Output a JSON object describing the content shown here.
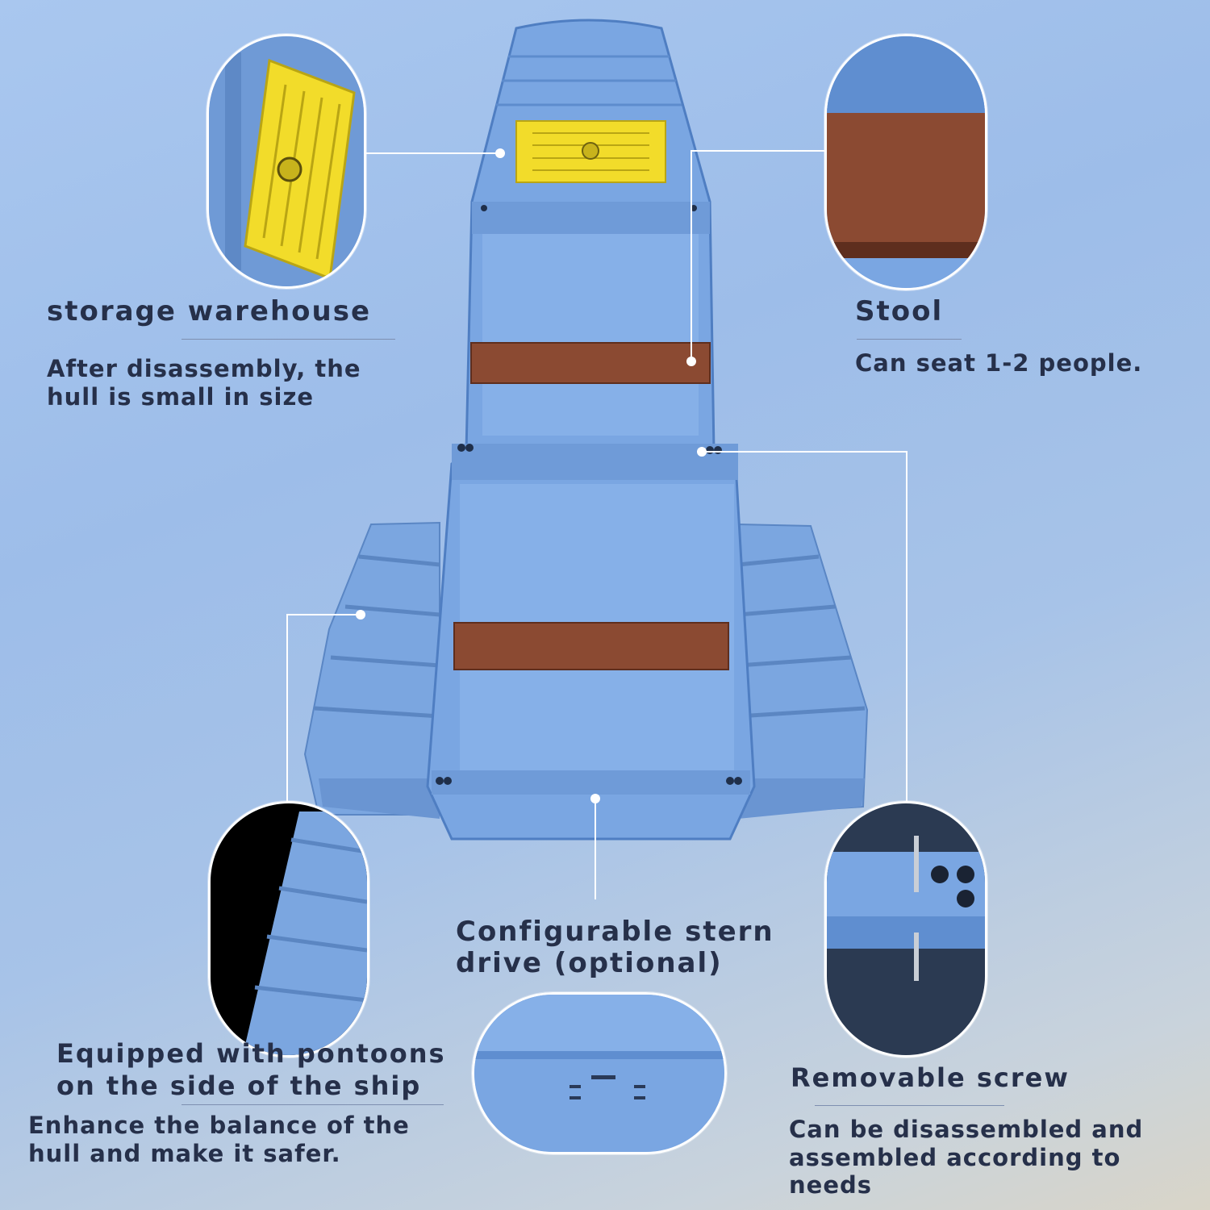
{
  "features": {
    "storage": {
      "title": "storage warehouse",
      "description_line1": "After disassembly, the",
      "description_line2": "hull is small in size"
    },
    "stool": {
      "title": "Stool",
      "description": "Can seat 1-2 people."
    },
    "pontoons": {
      "title_line1": "Equipped with pontoons",
      "title_line2": "on the side of the ship",
      "description_line1": "Enhance the balance of the",
      "description_line2": "hull and make it safer."
    },
    "stern": {
      "title_line1": "Configurable stern",
      "title_line2": "drive (optional)"
    },
    "screw": {
      "title": "Removable screw",
      "description_line1": "Can be disassembled and",
      "description_line2": "assembled according to needs"
    }
  },
  "colors": {
    "hull": "#7aa6e2",
    "hull_dark": "#5f8ed0",
    "seat": "#8b4a32",
    "hatch": "#f2dc2a",
    "leader": "#ffffff",
    "text": "#26304a"
  }
}
